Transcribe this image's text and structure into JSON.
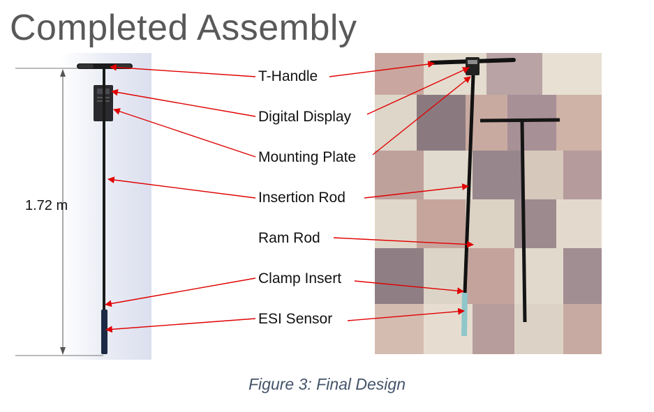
{
  "slide": {
    "title": "Completed Assembly",
    "dimension_label": "1.72 m",
    "caption": "Figure 3: Final Design"
  },
  "callouts": {
    "t_handle": "T-Handle",
    "digital_display": "Digital Display",
    "mounting_plate": "Mounting Plate",
    "insertion_rod": "Insertion Rod",
    "ram_rod": "Ram Rod",
    "clamp_insert": "Clamp Insert",
    "esi_sensor": "ESI Sensor"
  },
  "colors": {
    "arrow": "#e00000",
    "title": "#595959",
    "caption": "#44546a"
  }
}
